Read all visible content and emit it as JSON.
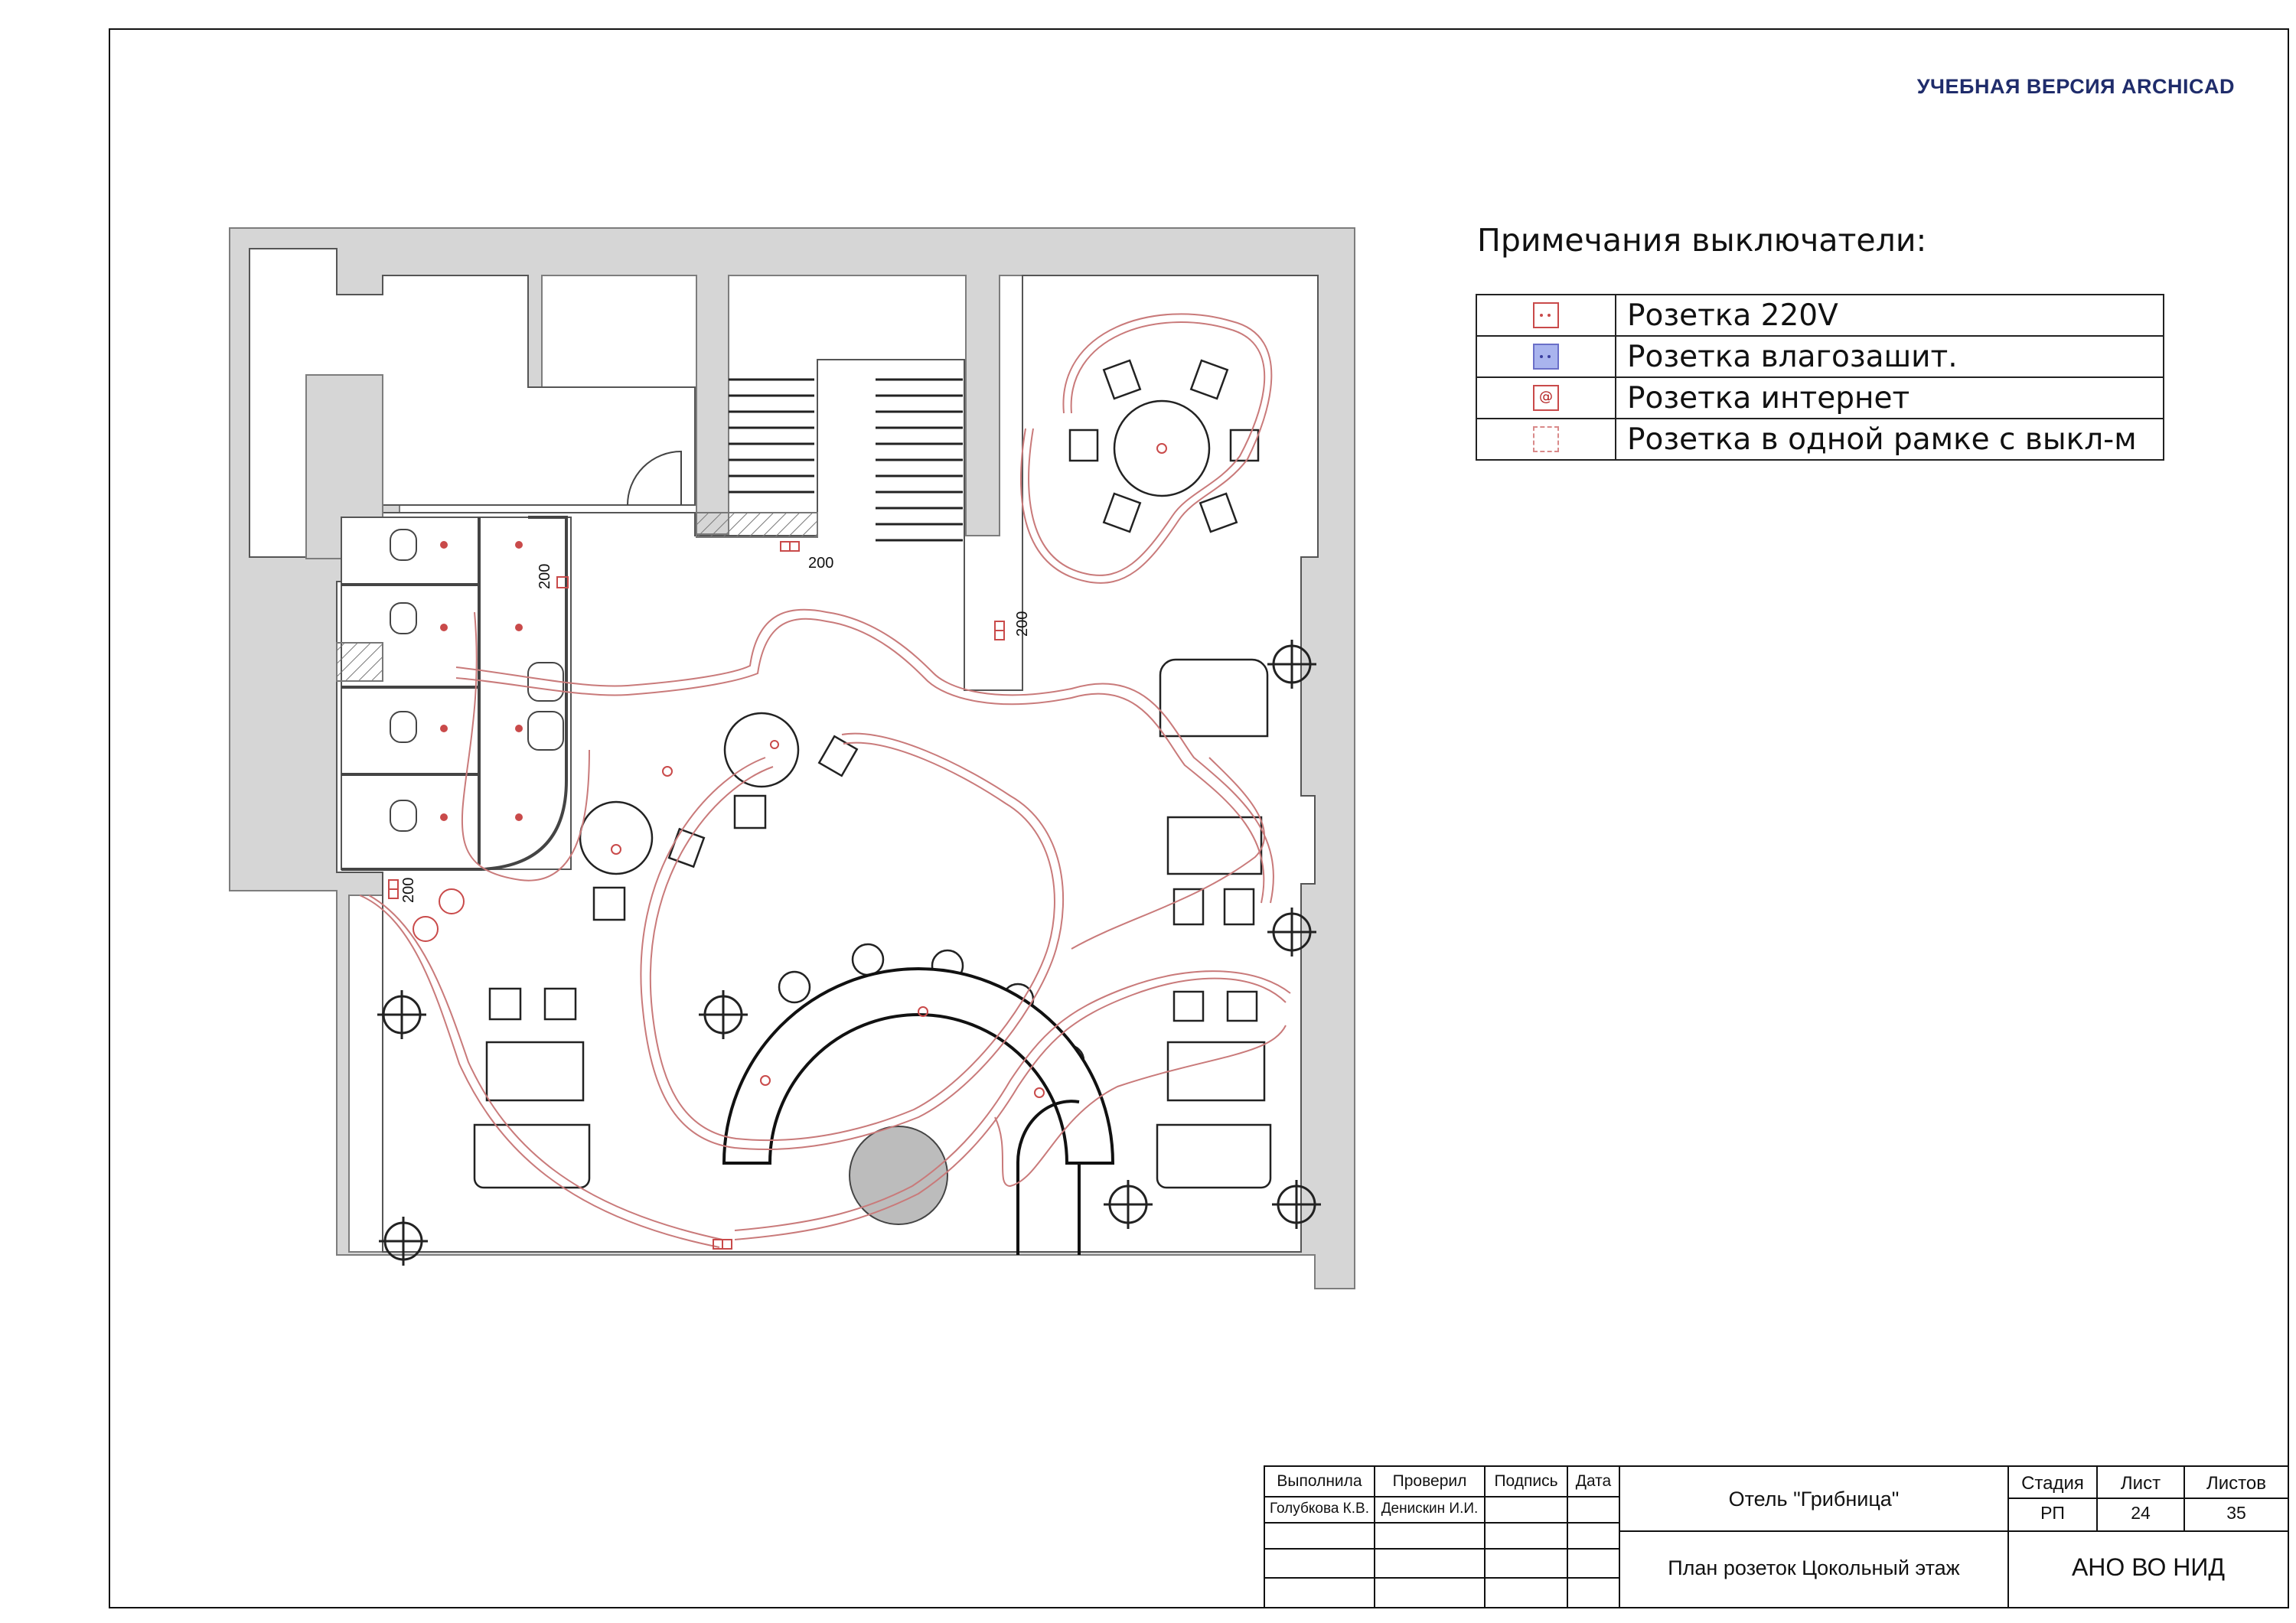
{
  "watermark": "УЧЕБНАЯ ВЕРСИЯ ARCHICAD",
  "notes": {
    "title": "Примечания выключатели:",
    "legend": [
      {
        "symbol": "socket-220v-icon",
        "label": "Розетка 220V"
      },
      {
        "symbol": "socket-waterproof-icon",
        "label": "Розетка влагозашит."
      },
      {
        "symbol": "socket-internet-icon",
        "label": "Розетка интернет"
      },
      {
        "symbol": "socket-in-frame-icon",
        "label": "Розетка в одной рамке с выкл-м"
      }
    ],
    "internet_glyph": "@"
  },
  "plan": {
    "height_labels": [
      "200",
      "200",
      "200",
      "200"
    ]
  },
  "title_block": {
    "headers": {
      "performed": "Выполнила",
      "checked": "Проверил",
      "signature": "Подпись",
      "date": "Дата"
    },
    "performed_by": "Голубкова К.В.",
    "checked_by": "Денискин И.И.",
    "project": "Отель \"Грибница\"",
    "sheet_title": "План розеток Цокольный этаж",
    "stage_label": "Стадия",
    "sheet_label": "Лист",
    "sheets_label": "Листов",
    "stage": "РП",
    "sheet": "24",
    "sheets": "35",
    "organization": "АНО ВО НИД"
  },
  "colors": {
    "wall": "#d6d6d6",
    "wall_stroke": "#8a8a8a",
    "cable": "#c97a7a",
    "socket": "#c0392b",
    "watermark": "#1f2c6b"
  }
}
